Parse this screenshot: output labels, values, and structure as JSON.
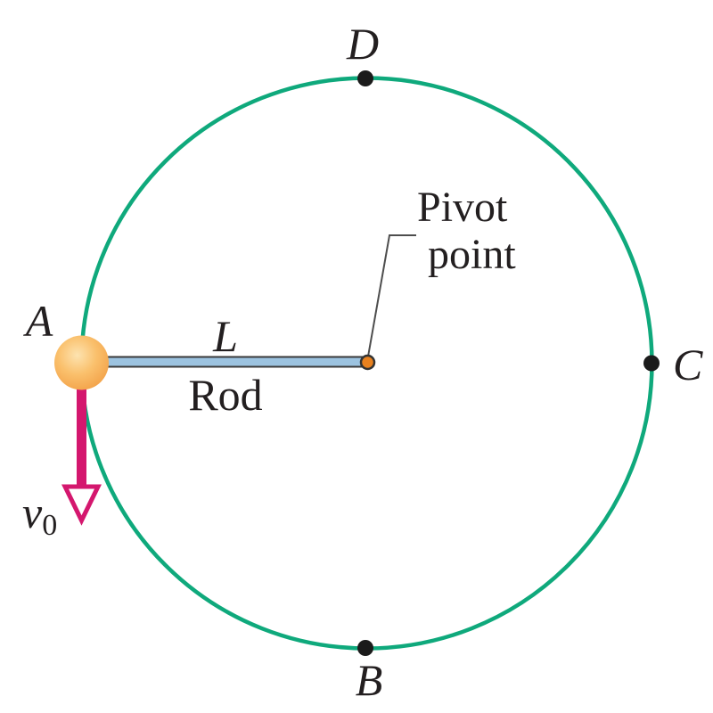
{
  "figure": {
    "labels": {
      "point_top": "D",
      "point_right": "C",
      "point_bottom": "B",
      "point_left": "A",
      "rod_length": "L",
      "rod": "Rod",
      "pivot_line1": "Pivot",
      "pivot_line2": "point",
      "velocity": "v",
      "velocity_subscript": "0"
    },
    "colors": {
      "background": "#ffffff",
      "circle": "#0fa97c",
      "arrow": "#d4176e",
      "arrowhead_fill": "#ffffff",
      "rod_fill": "#9cc3e0",
      "rod_border": "#3a3a3a",
      "ball_highlight": "#fde3b0",
      "ball_mid": "#fac06c",
      "ball_edge": "#f3a34a",
      "pivot_fill": "#e8811f",
      "pivot_outline": "#333333",
      "dot": "#1b1b1b",
      "leader": "#4d4d4d",
      "text": "#231f20"
    }
  }
}
